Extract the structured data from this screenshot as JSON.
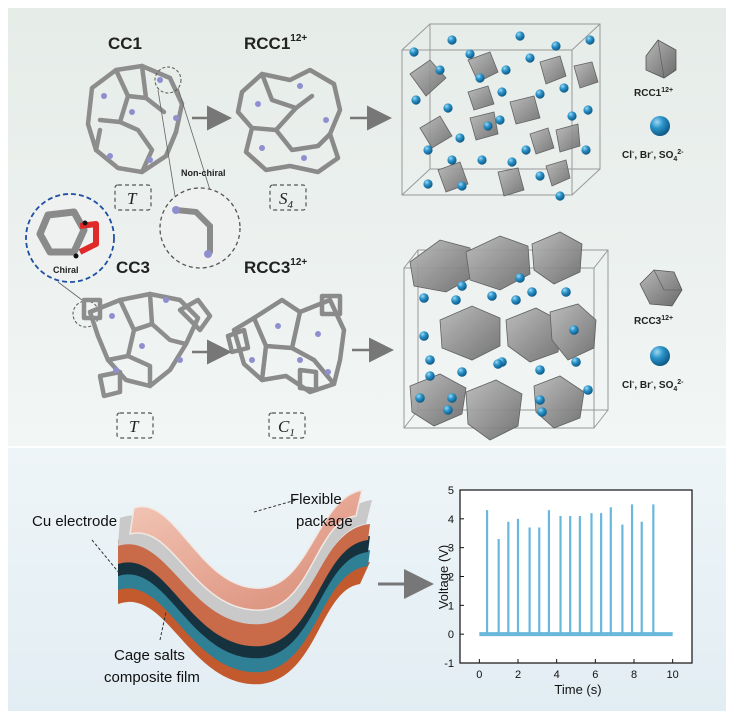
{
  "labels": {
    "cc1": "CC1",
    "rcc1": "RCC1",
    "rcc1_sup": "12+",
    "cc3": "CC3",
    "rcc3": "RCC3",
    "rcc3_sup": "12+",
    "non_chiral": "Non-chiral",
    "chiral": "Chiral",
    "sym_T1": "T",
    "sym_S4": "S",
    "sym_S4_sub": "4",
    "sym_T2": "T",
    "sym_C1": "C",
    "sym_C1_sub": "1"
  },
  "legend": {
    "rcc1": "RCC1",
    "rcc1_sup": "12+",
    "rcc3": "RCC3",
    "rcc3_sup": "12+",
    "anions_a": "Cl",
    "anions_b": ", Br",
    "anions_c": ", SO",
    "anions_sub": "4",
    "anions_sup": "2-",
    "minus": "-"
  },
  "device": {
    "flexible": "Flexible",
    "package": "package",
    "cu": "Cu electrode",
    "cage": "Cage salts",
    "composite": "composite film"
  },
  "colors": {
    "ion": "#2a93c9",
    "cage_gray": "#8f8f8f",
    "signal": "#6ab7dc",
    "copper": "#d98066",
    "teal": "#2d7c93"
  },
  "chart_data": {
    "type": "line",
    "xlabel": "Time (s)",
    "ylabel": "Voltage (V)",
    "xlim": [
      -1,
      11
    ],
    "ylim": [
      -1,
      5
    ],
    "xticks": [
      0,
      2,
      4,
      6,
      8,
      10
    ],
    "yticks": [
      -1,
      0,
      1,
      2,
      3,
      4,
      5
    ],
    "baseline": 0,
    "peaks": [
      {
        "t": 0.4,
        "v": 4.3
      },
      {
        "t": 1.0,
        "v": 3.3
      },
      {
        "t": 1.5,
        "v": 3.9
      },
      {
        "t": 2.0,
        "v": 4.0
      },
      {
        "t": 2.6,
        "v": 3.7
      },
      {
        "t": 3.1,
        "v": 3.7
      },
      {
        "t": 3.6,
        "v": 4.3
      },
      {
        "t": 4.2,
        "v": 4.1
      },
      {
        "t": 4.7,
        "v": 4.1
      },
      {
        "t": 5.2,
        "v": 4.1
      },
      {
        "t": 5.8,
        "v": 4.2
      },
      {
        "t": 6.3,
        "v": 4.2
      },
      {
        "t": 6.8,
        "v": 4.4
      },
      {
        "t": 7.4,
        "v": 3.8
      },
      {
        "t": 7.9,
        "v": 4.5
      },
      {
        "t": 8.4,
        "v": 3.9
      },
      {
        "t": 9.0,
        "v": 4.5
      }
    ]
  }
}
